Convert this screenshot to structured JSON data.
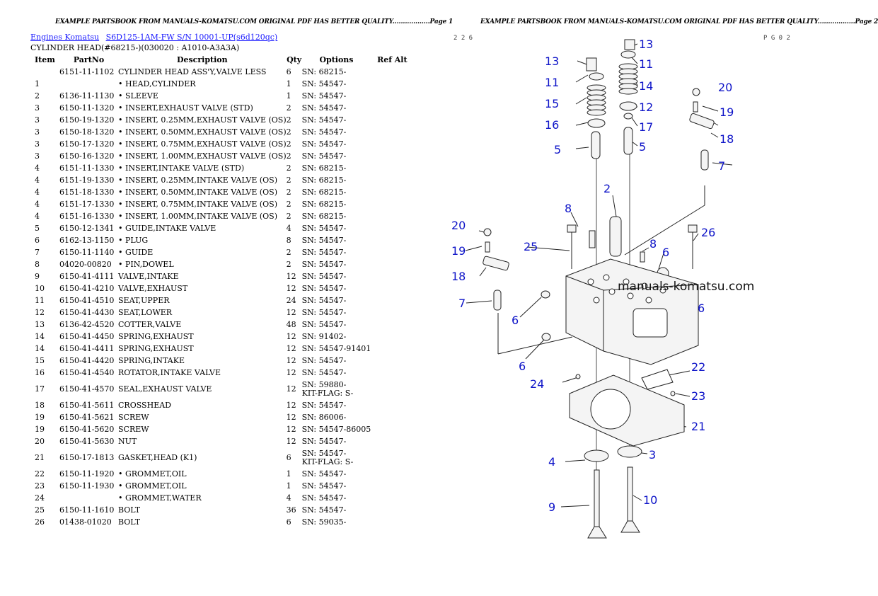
{
  "left_page": {
    "header": "EXAMPLE PARTSBOOK FROM MANUALS-KOMATSU.COM ORIGINAL PDF HAS BETTER QUALITY..................Page 1",
    "breadcrumb": [
      "Engines Komatsu",
      "S6D125-1AM-FW S/N 10001-UP(s6d120qc)"
    ],
    "subtitle": "CYLINDER HEAD(#68215-)(030020 : A1010-A3A3A)",
    "columns": [
      "Item",
      "PartNo",
      "Description",
      "Qty",
      "Options",
      "Ref Alt"
    ],
    "rows": [
      {
        "item": "",
        "part": "6151-11-1102",
        "desc": "CYLINDER HEAD ASS'Y,VALVE LESS",
        "qty": "6",
        "opt": "SN: 68215-",
        "opt2": ""
      },
      {
        "item": "1",
        "part": "",
        "desc": "• HEAD,CYLINDER",
        "qty": "1",
        "opt": "SN: 54547-",
        "opt2": ""
      },
      {
        "item": "2",
        "part": "6136-11-1130",
        "desc": "• SLEEVE",
        "qty": "1",
        "opt": "SN: 54547-",
        "opt2": ""
      },
      {
        "item": "3",
        "part": "6150-11-1320",
        "desc": "• INSERT,EXHAUST VALVE (STD)",
        "qty": "2",
        "opt": "SN: 54547-",
        "opt2": ""
      },
      {
        "item": "3",
        "part": "6150-19-1320",
        "desc": "• INSERT, 0.25MM,EXHAUST VALVE (OS)",
        "qty": "2",
        "opt": "SN: 54547-",
        "opt2": ""
      },
      {
        "item": "3",
        "part": "6150-18-1320",
        "desc": "• INSERT, 0.50MM,EXHAUST VALVE (OS)",
        "qty": "2",
        "opt": "SN: 54547-",
        "opt2": ""
      },
      {
        "item": "3",
        "part": "6150-17-1320",
        "desc": "• INSERT, 0.75MM,EXHAUST VALVE (OS)",
        "qty": "2",
        "opt": "SN: 54547-",
        "opt2": ""
      },
      {
        "item": "3",
        "part": "6150-16-1320",
        "desc": "• INSERT, 1.00MM,EXHAUST VALVE (OS)",
        "qty": "2",
        "opt": "SN: 54547-",
        "opt2": ""
      },
      {
        "item": "4",
        "part": "6151-11-1330",
        "desc": "• INSERT,INTAKE VALVE (STD)",
        "qty": "2",
        "opt": "SN: 68215-",
        "opt2": ""
      },
      {
        "item": "4",
        "part": "6151-19-1330",
        "desc": "• INSERT, 0.25MM,INTAKE VALVE (OS)",
        "qty": "2",
        "opt": "SN: 68215-",
        "opt2": ""
      },
      {
        "item": "4",
        "part": "6151-18-1330",
        "desc": "• INSERT, 0.50MM,INTAKE VALVE (OS)",
        "qty": "2",
        "opt": "SN: 68215-",
        "opt2": ""
      },
      {
        "item": "4",
        "part": "6151-17-1330",
        "desc": "• INSERT, 0.75MM,INTAKE VALVE (OS)",
        "qty": "2",
        "opt": "SN: 68215-",
        "opt2": ""
      },
      {
        "item": "4",
        "part": "6151-16-1330",
        "desc": "• INSERT, 1.00MM,INTAKE VALVE (OS)",
        "qty": "2",
        "opt": "SN: 68215-",
        "opt2": ""
      },
      {
        "item": "5",
        "part": "6150-12-1341",
        "desc": "• GUIDE,INTAKE VALVE",
        "qty": "4",
        "opt": "SN: 54547-",
        "opt2": ""
      },
      {
        "item": "6",
        "part": "6162-13-1150",
        "desc": "• PLUG",
        "qty": "8",
        "opt": "SN: 54547-",
        "opt2": ""
      },
      {
        "item": "7",
        "part": "6150-11-1140",
        "desc": "• GUIDE",
        "qty": "2",
        "opt": "SN: 54547-",
        "opt2": ""
      },
      {
        "item": "8",
        "part": "04020-00820",
        "desc": "• PIN,DOWEL",
        "qty": "2",
        "opt": "SN: 54547-",
        "opt2": ""
      },
      {
        "item": "9",
        "part": "6150-41-4111",
        "desc": "VALVE,INTAKE",
        "qty": "12",
        "opt": "SN: 54547-",
        "opt2": ""
      },
      {
        "item": "10",
        "part": "6150-41-4210",
        "desc": "VALVE,EXHAUST",
        "qty": "12",
        "opt": "SN: 54547-",
        "opt2": ""
      },
      {
        "item": "11",
        "part": "6150-41-4510",
        "desc": "SEAT,UPPER",
        "qty": "24",
        "opt": "SN: 54547-",
        "opt2": ""
      },
      {
        "item": "12",
        "part": "6150-41-4430",
        "desc": "SEAT,LOWER",
        "qty": "12",
        "opt": "SN: 54547-",
        "opt2": ""
      },
      {
        "item": "13",
        "part": "6136-42-4520",
        "desc": "COTTER,VALVE",
        "qty": "48",
        "opt": "SN: 54547-",
        "opt2": ""
      },
      {
        "item": "14",
        "part": "6150-41-4450",
        "desc": "SPRING,EXHAUST",
        "qty": "12",
        "opt": "SN: 91402-",
        "opt2": ""
      },
      {
        "item": "14",
        "part": "6150-41-4411",
        "desc": "SPRING,EXHAUST",
        "qty": "12",
        "opt": "SN: 54547-91401",
        "opt2": ""
      },
      {
        "item": "15",
        "part": "6150-41-4420",
        "desc": "SPRING,INTAKE",
        "qty": "12",
        "opt": "SN: 54547-",
        "opt2": ""
      },
      {
        "item": "16",
        "part": "6150-41-4540",
        "desc": "ROTATOR,INTAKE VALVE",
        "qty": "12",
        "opt": "SN: 54547-",
        "opt2": ""
      },
      {
        "item": "17",
        "part": "6150-41-4570",
        "desc": "SEAL,EXHAUST VALVE",
        "qty": "12",
        "opt": "SN: 59880-",
        "opt2": "KIT-FLAG: S-"
      },
      {
        "item": "18",
        "part": "6150-41-5611",
        "desc": "CROSSHEAD",
        "qty": "12",
        "opt": "SN: 54547-",
        "opt2": ""
      },
      {
        "item": "19",
        "part": "6150-41-5621",
        "desc": "SCREW",
        "qty": "12",
        "opt": "SN: 86006-",
        "opt2": ""
      },
      {
        "item": "19",
        "part": "6150-41-5620",
        "desc": "SCREW",
        "qty": "12",
        "opt": "SN: 54547-86005",
        "opt2": ""
      },
      {
        "item": "20",
        "part": "6150-41-5630",
        "desc": "NUT",
        "qty": "12",
        "opt": "SN: 54547-",
        "opt2": ""
      },
      {
        "item": "21",
        "part": "6150-17-1813",
        "desc": "GASKET,HEAD (K1)",
        "qty": "6",
        "opt": "SN: 54547-",
        "opt2": "KIT-FLAG: S-"
      },
      {
        "item": "22",
        "part": "6150-11-1920",
        "desc": "• GROMMET,OIL",
        "qty": "1",
        "opt": "SN: 54547-",
        "opt2": ""
      },
      {
        "item": "23",
        "part": "6150-11-1930",
        "desc": "• GROMMET,OIL",
        "qty": "1",
        "opt": "SN: 54547-",
        "opt2": ""
      },
      {
        "item": "24",
        "part": "",
        "desc": "• GROMMET,WATER",
        "qty": "4",
        "opt": "SN: 54547-",
        "opt2": ""
      },
      {
        "item": "25",
        "part": "6150-11-1610",
        "desc": "BOLT",
        "qty": "36",
        "opt": "SN: 54547-",
        "opt2": ""
      },
      {
        "item": "26",
        "part": "01438-01020",
        "desc": "BOLT",
        "qty": "6",
        "opt": "SN: 59035-",
        "opt2": ""
      }
    ]
  },
  "right_page": {
    "header": "EXAMPLE PARTSBOOK FROM MANUALS-KOMATSU.COM ORIGINAL PDF HAS BETTER QUALITY..................Page 2",
    "fig_code_left": "2 2 6",
    "fig_code_right": "P G 0 2",
    "watermark": "manuals-komatsu.com",
    "callouts": [
      "13",
      "11",
      "15",
      "16",
      "5",
      "13",
      "11",
      "14",
      "12",
      "17",
      "5",
      "20",
      "19",
      "18",
      "7",
      "2",
      "8",
      "25",
      "26",
      "20",
      "19",
      "18",
      "7",
      "8",
      "6",
      "6",
      "6",
      "6",
      "22",
      "24",
      "23",
      "21",
      "4",
      "3",
      "9",
      "10"
    ],
    "colors": {
      "callout": "#0e14c8",
      "link": "#1a1aff"
    }
  }
}
